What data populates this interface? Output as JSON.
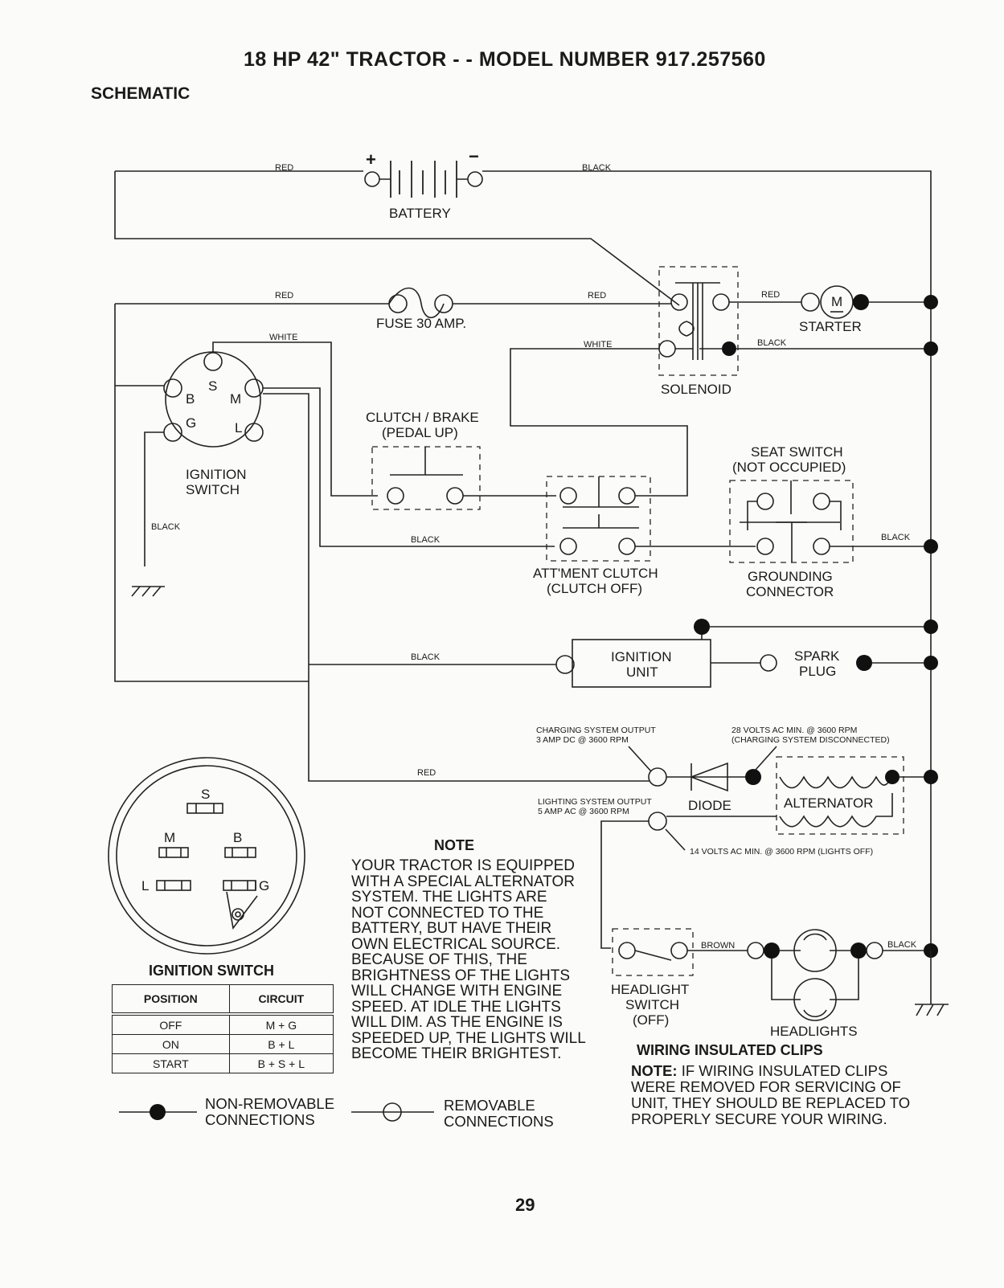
{
  "page": {
    "title": "18 HP 42\" TRACTOR - - MODEL NUMBER 917.257560",
    "section": "SCHEMATIC",
    "page_number": "29"
  },
  "wire_labels": {
    "red_battery": "RED",
    "black_battery": "BLACK",
    "red_fuse": "RED",
    "red_solenoid": "RED",
    "red_starter": "RED",
    "white_ignition": "WHITE",
    "white_solenoid": "WHITE",
    "black_solenoid": "BLACK",
    "black_ground": "BLACK",
    "black_clutch": "BLACK",
    "black_seat": "BLACK",
    "black_ignition_unit": "BLACK",
    "red_alternator": "RED",
    "brown_headlight": "BROWN",
    "black_headlight": "BLACK"
  },
  "components": {
    "battery": "BATTERY",
    "battery_plus": "+",
    "battery_minus": "−",
    "fuse": "FUSE 30 AMP.",
    "starter": "STARTER",
    "starter_m": "M",
    "solenoid": "SOLENOID",
    "ignition_switch_line1": "IGNITION",
    "ignition_switch_line2": "SWITCH",
    "term_s": "S",
    "term_b": "B",
    "term_m": "M",
    "term_g": "G",
    "term_l": "L",
    "clutch_brake_line1": "CLUTCH / BRAKE",
    "clutch_brake_line2": "(PEDAL UP)",
    "seat_switch_line1": "SEAT SWITCH",
    "seat_switch_line2": "(NOT OCCUPIED)",
    "attment_line1": "ATT'MENT CLUTCH",
    "attment_line2": "(CLUTCH OFF)",
    "grounding_line1": "GROUNDING",
    "grounding_line2": "CONNECTOR",
    "ignition_unit_line1": "IGNITION",
    "ignition_unit_line2": "UNIT",
    "spark_plug_line1": "SPARK",
    "spark_plug_line2": "PLUG",
    "charging_line1": "CHARGING SYSTEM OUTPUT",
    "charging_line2": "3 AMP DC @ 3600 RPM",
    "volts28_line1": "28 VOLTS AC MIN. @ 3600 RPM",
    "volts28_line2": "(CHARGING SYSTEM DISCONNECTED)",
    "lighting_line1": "LIGHTING SYSTEM OUTPUT",
    "lighting_line2": "5 AMP AC @ 3600 RPM",
    "diode": "DIODE",
    "alternator": "ALTERNATOR",
    "volts14": "14 VOLTS AC MIN. @ 3600 RPM (LIGHTS OFF)",
    "headlight_switch_line1": "HEADLIGHT",
    "headlight_switch_line2": "SWITCH",
    "headlight_switch_line3": "(OFF)",
    "headlights": "HEADLIGHTS"
  },
  "ignition_switch_diagram": {
    "heading": "IGNITION SWITCH",
    "s": "S",
    "m": "M",
    "b": "B",
    "l": "L",
    "g": "G"
  },
  "ignition_table": {
    "headers": [
      "POSITION",
      "CIRCUIT"
    ],
    "rows": [
      [
        "OFF",
        "M + G"
      ],
      [
        "ON",
        "B + L"
      ],
      [
        "START",
        "B + S + L"
      ]
    ]
  },
  "note": {
    "heading": "NOTE",
    "lines": [
      "YOUR TRACTOR IS EQUIPPED",
      "WITH A SPECIAL ALTERNATOR",
      "SYSTEM.  THE LIGHTS ARE",
      "NOT CONNECTED TO  THE",
      "BATTERY, BUT HAVE THEIR",
      "OWN ELECTRICAL SOURCE.",
      "BECAUSE OF THIS, THE",
      "BRIGHTNESS OF THE LIGHTS",
      "WILL CHANGE WITH ENGINE",
      "SPEED.  AT IDLE THE LIGHTS",
      "WILL DIM. AS THE ENGINE IS",
      "SPEEDED UP, THE LIGHTS WILL",
      "BECOME THEIR BRIGHTEST."
    ]
  },
  "wiring_clips": {
    "heading": "WIRING INSULATED CLIPS",
    "note_label": "NOTE:",
    "line1": " IF WIRING INSULATED CLIPS",
    "line2": "WERE REMOVED FOR SERVICING OF",
    "line3": "UNIT, THEY SHOULD BE REPLACED TO",
    "line4": "PROPERLY SECURE YOUR WIRING."
  },
  "legend": {
    "non_removable_line1": "NON-REMOVABLE",
    "non_removable_line2": "CONNECTIONS",
    "removable_line1": "REMOVABLE",
    "removable_line2": "CONNECTIONS"
  }
}
